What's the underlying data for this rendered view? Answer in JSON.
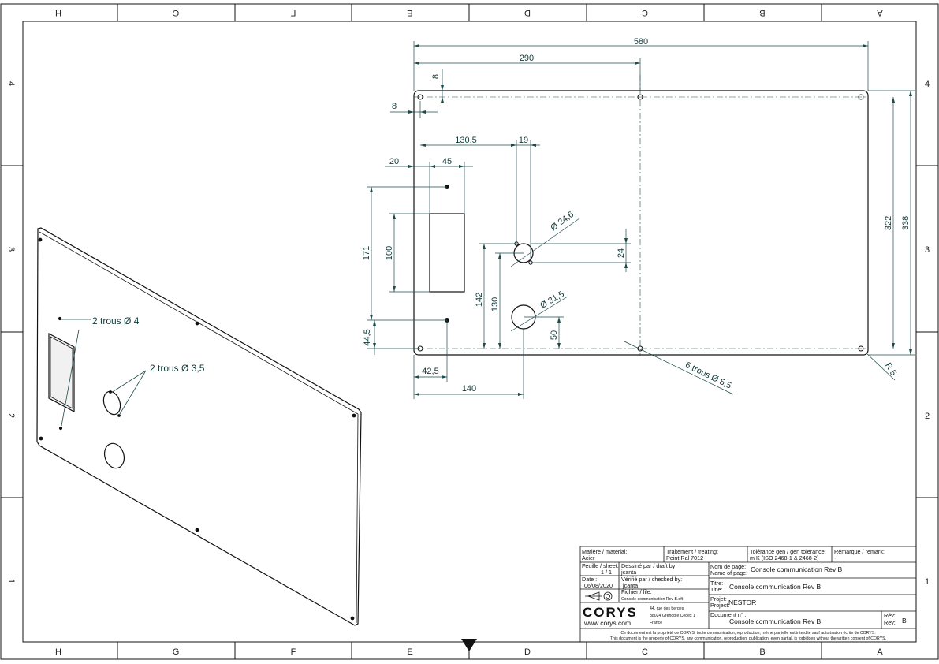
{
  "zones": {
    "columns_top": [
      "H",
      "G",
      "F",
      "E",
      "D",
      "C",
      "B",
      "A"
    ],
    "columns_bottom": [
      "H",
      "G",
      "F",
      "E",
      "D",
      "C",
      "B",
      "A"
    ],
    "rows_left": [
      "4",
      "3",
      "2",
      "1"
    ],
    "rows_right": [
      "4",
      "3",
      "2",
      "1"
    ]
  },
  "dimensions": {
    "overall_width": "580",
    "half_width": "290",
    "edge_top": "8",
    "edge_left": "8",
    "hole_offset": "130,5",
    "hole_spacing": "19",
    "rect_left": "20",
    "rect_width": "45",
    "rect_height": "100",
    "rect_span": "171",
    "bottom_offset": "44,5",
    "dia_small": "Ø 24,6",
    "dia_large": "Ø 31,5",
    "dist_24": "24",
    "height_142": "142",
    "height_130": "130",
    "height_50": "50",
    "inner_height": "322",
    "outer_height": "338",
    "bottom_42": "42,5",
    "bottom_140": "140",
    "holes_note": "6 trous Ø 5,5",
    "radius": "R 5"
  },
  "iso_notes": {
    "holes_4": "2 trous Ø 4",
    "holes_35": "2 trous Ø 3,5"
  },
  "title_block": {
    "material_label": "Matière / material:",
    "material_value": "Acier",
    "treatment_label": "Traitement / treating:",
    "treatment_value": "Peint Ral 7012",
    "tolerance_label": "Tolérance gen / gen tolerance:",
    "tolerance_value": "m K  (ISO 2468-1 & 2468-2)",
    "remark_label": "Remarque /  remark:",
    "remark_value": "-",
    "sheet_label": "Feuille / sheet:",
    "sheet_value": "1 / 1",
    "drawn_label": "Dessiné par / draft by:",
    "drawn_value": "jcanta",
    "page_name_label_fr": "Nom de page:",
    "page_name_label_en": "Name of page:",
    "page_name_value": "Console communication Rev B",
    "date_label": "Date :",
    "date_value": "06/08/2020",
    "checked_label": "Vérifié par / checked by:",
    "checked_value": "jcanta",
    "title_label_fr": "Titre:",
    "title_label_en": "Title:",
    "title_value": "Console communication Rev B",
    "file_label": "Fichier / file:",
    "file_value": "Console communication Rev B.dft",
    "project_label_fr": "Projet:",
    "project_label_en": "Project:",
    "project_value": "NESTOR",
    "company_logo": "CORYS",
    "company_web": "www.corys.com",
    "address_line1": "44, rue des berges",
    "address_line2": "38024 Grenoble Cedex 1",
    "address_line3": "France",
    "document_label": "Document n° :",
    "document_value": "Console communication Rev B",
    "rev_label_fr": "Rév:",
    "rev_label_en": "Rev:",
    "rev_value": "B",
    "legal_fr": "Ce document est la propriété de CORYS, toute communication, reproduction, même partielle est interdite sauf autorisation écrite de CORYS.",
    "legal_en": "This document is the property of CORYS, any communication, reproduction, publication, even partial, is forbidden without the written consent of CORYS."
  },
  "colors": {
    "line": "#111111",
    "dimension": "#1d4a4a"
  }
}
